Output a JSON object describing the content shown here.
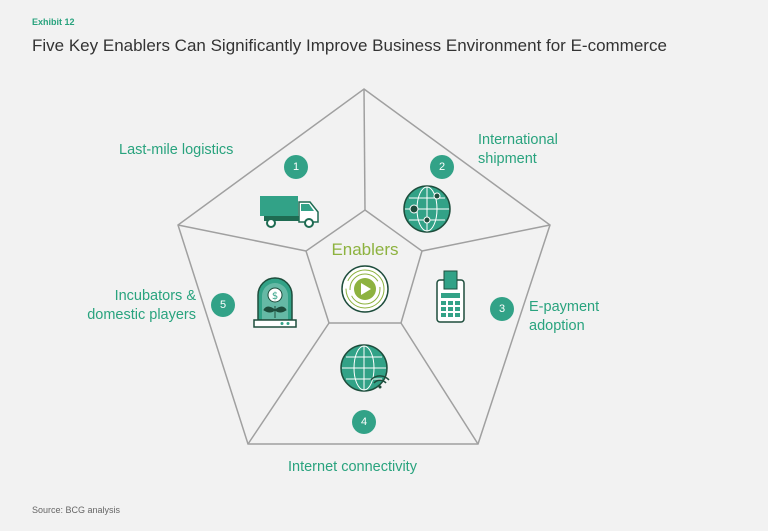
{
  "exhibit": "Exhibit 12",
  "title": "Five Key Enablers Can Significantly Improve Business Environment for E-commerce",
  "center": "Enablers",
  "enablers": [
    {
      "number": "1",
      "label": "Last-mile logistics",
      "icon": "truck-icon"
    },
    {
      "number": "2",
      "label": "International shipment",
      "icon": "globe-pins-icon"
    },
    {
      "number": "3",
      "label": "E-payment adoption",
      "icon": "card-terminal-icon"
    },
    {
      "number": "4",
      "label": "Internet connectivity",
      "icon": "globe-wifi-icon"
    },
    {
      "number": "5",
      "label": "Incubators & domestic players",
      "icon": "incubator-plant-icon"
    }
  ],
  "source": "Source: BCG analysis",
  "colors": {
    "teal": "#32a287",
    "green": "#8db23f",
    "line": "#999999",
    "background": "#f2f2f2"
  }
}
